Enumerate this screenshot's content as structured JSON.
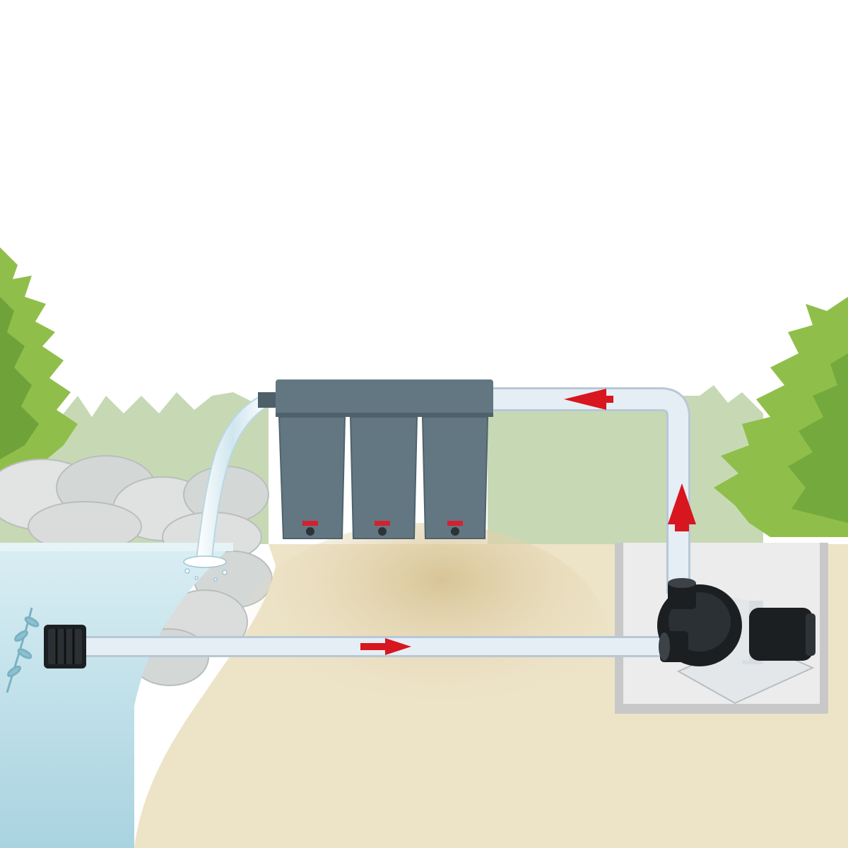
{
  "diagram": {
    "subject": "pond-filtration-circuit",
    "components": [
      {
        "id": "pond",
        "icon": "pond-water"
      },
      {
        "id": "intake",
        "icon": "intake-strainer-icon"
      },
      {
        "id": "suction-pipe",
        "icon": "pipe"
      },
      {
        "id": "pump",
        "icon": "pump-icon"
      },
      {
        "id": "riser-pipe",
        "icon": "pipe"
      },
      {
        "id": "return-pipe",
        "icon": "pipe"
      },
      {
        "id": "filter",
        "icon": "three-chamber-filter-icon",
        "chambers": 3
      },
      {
        "id": "waterfall",
        "icon": "waterfall-icon"
      }
    ],
    "flow": [
      "intake",
      "pump",
      "filter",
      "waterfall",
      "pond"
    ]
  },
  "colors": {
    "sky": "#ffffff",
    "foliage_back": "#c7d9b4",
    "bush": "#8fbf4a",
    "rock": "#d3d7d6",
    "water": "#bfe0ea",
    "soil": "#ede3c7",
    "soil_shadow": "#dccb9f",
    "filter_body": "#637782",
    "valve": "#d5212f",
    "pipe_fill": "#e6eef5",
    "pipe_edge": "#b7c8d6",
    "arrow": "#d7161f",
    "pump_body": "#1c1f22",
    "pit_wall": "#c8c8c8",
    "pit_inner": "#ececec"
  }
}
